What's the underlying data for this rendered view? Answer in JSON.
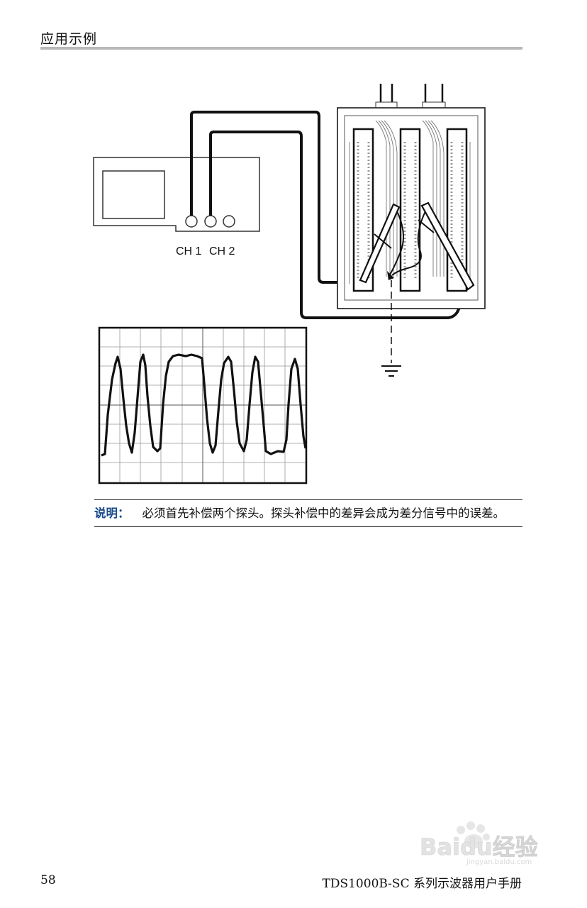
{
  "header": {
    "section_title": "应用示例"
  },
  "figure": {
    "channel_labels": [
      "CH 1",
      "CH 2"
    ]
  },
  "note": {
    "label": "说明：",
    "text": "必须首先补偿两个探头。探头补偿中的差异会成为差分信号中的误差。"
  },
  "footer": {
    "page_number": "58",
    "manual_title": "TDS1000B-SC 系列示波器用户手册"
  },
  "watermark": {
    "text": "Baidu经验",
    "subtext": "jingyan.baidu.com"
  }
}
